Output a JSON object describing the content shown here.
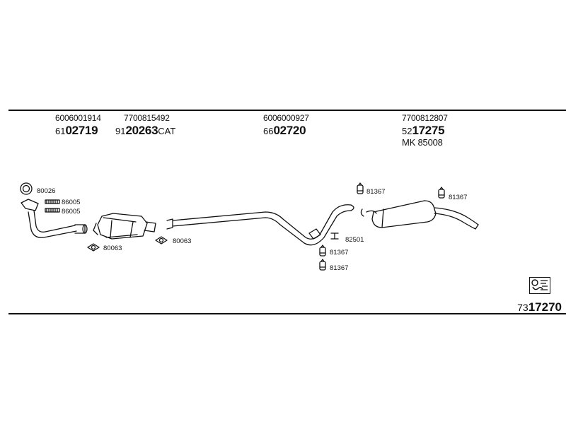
{
  "header": {
    "part_numbers": [
      "6006001914",
      "7700815492",
      "6006000927",
      "7700812807"
    ],
    "codes": [
      {
        "prefix": "61",
        "number": "02719",
        "suffix": ""
      },
      {
        "prefix": "91",
        "number": "20263",
        "suffix": "CAT"
      },
      {
        "prefix": "66",
        "number": "02720",
        "suffix": ""
      },
      {
        "prefix": "52",
        "number": "17275",
        "suffix": ""
      }
    ],
    "kit": "MK  85008"
  },
  "parts": {
    "label_80026": "80026",
    "label_86005_a": "86005",
    "label_86005_b": "86005",
    "label_80063_a": "80063",
    "label_80063_b": "80063",
    "label_81367_a": "81367",
    "label_81367_b": "81367",
    "label_81367_c": "81367",
    "label_81367_d": "81367",
    "label_82501": "82501"
  },
  "footer": {
    "catalog_prefix": "73",
    "catalog_number": "17270",
    "logo_icon": "manufacturer-logo-icon"
  }
}
